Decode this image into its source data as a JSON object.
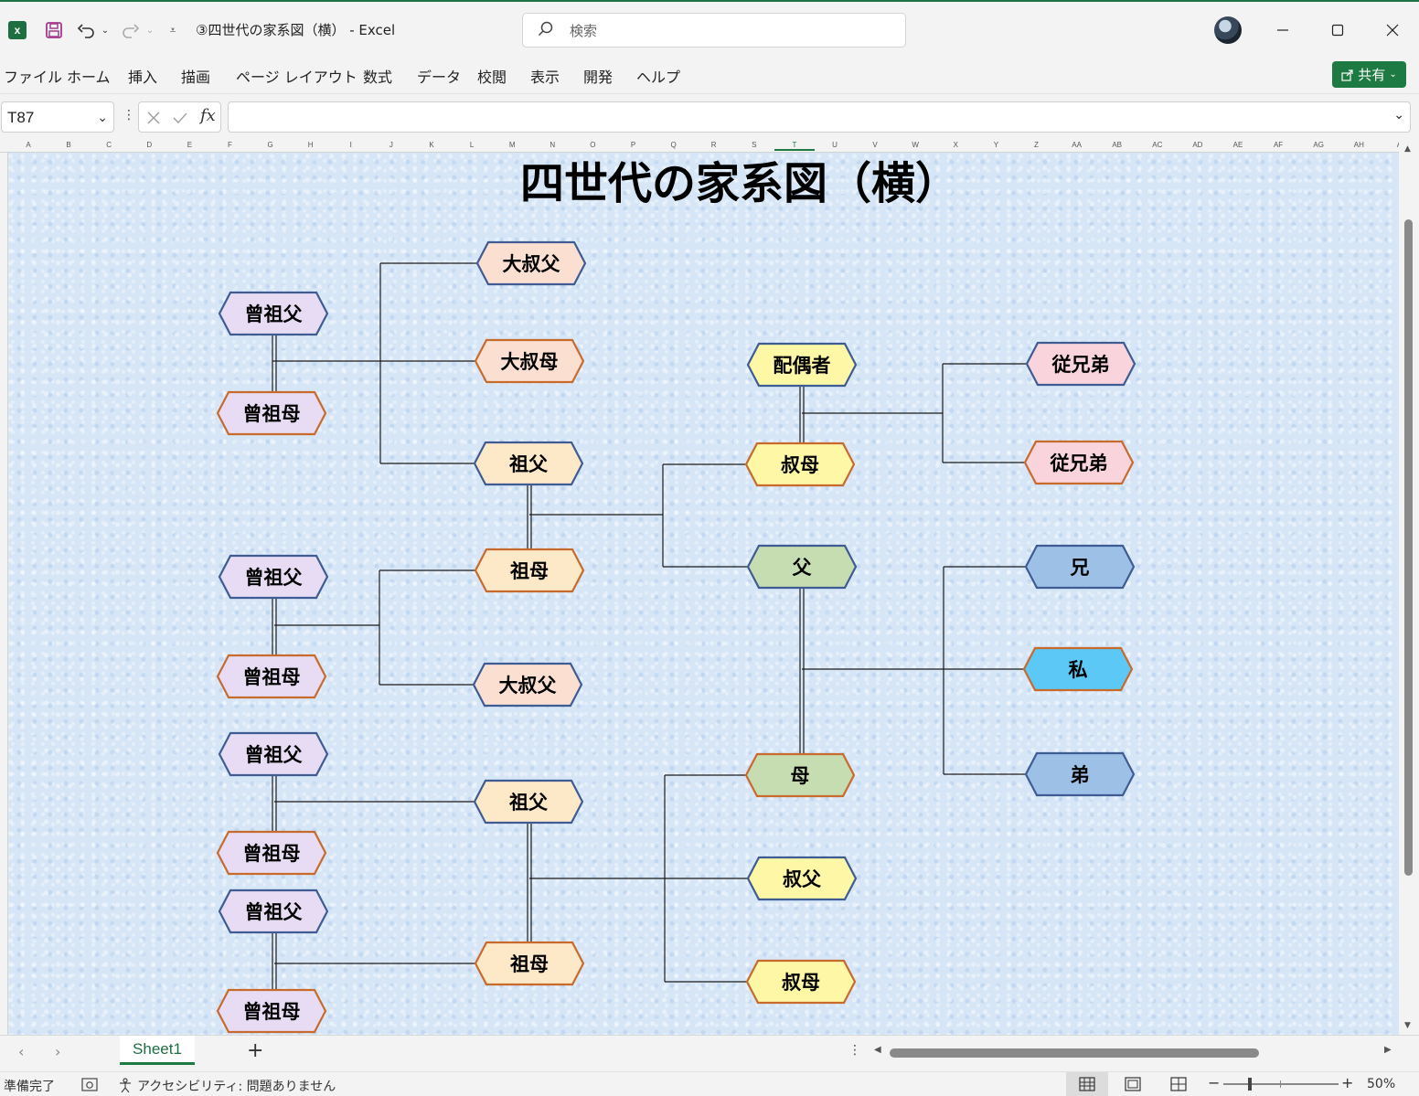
{
  "titlebar": {
    "document_title": "③四世代の家系図（横）  -  Excel",
    "search_placeholder": "検索"
  },
  "menu": [
    "ファイル",
    "ホーム",
    "挿入",
    "描画",
    "ページ レイアウト",
    "数式",
    "データ",
    "校閲",
    "表示",
    "開発",
    "ヘルプ"
  ],
  "share_label": "共有",
  "formula_bar": {
    "name_box": "T87",
    "fx_label": "fx",
    "formula": ""
  },
  "columns": [
    "A",
    "B",
    "C",
    "D",
    "E",
    "F",
    "G",
    "H",
    "I",
    "J",
    "K",
    "L",
    "M",
    "N",
    "O",
    "P",
    "Q",
    "R",
    "S",
    "T",
    "U",
    "V",
    "W",
    "X",
    "Y",
    "Z",
    "AA",
    "AB",
    "AC",
    "AD",
    "AE",
    "AF",
    "AG",
    "AH",
    "A"
  ],
  "selected_column": "T",
  "diagram": {
    "title": "四世代の家系図（横）",
    "colors": {
      "male_fill": "#e7dcf4",
      "female_fill": "#e7dcf4",
      "male_border": "#3f5b94",
      "female_border": "#c86a2c",
      "grand_fill": "#fde8c8",
      "greatuncle_fill": "#fbe0d2",
      "spouse_fill": "#fdf7a6",
      "father_fill": "#c6ddb1",
      "cousin_fill": "#f9d4dc",
      "sibling_fill": "#9dc0e6",
      "me_fill": "#5bc8f5"
    },
    "nodes": [
      {
        "id": "n1",
        "label": "曾祖父"
      },
      {
        "id": "n2",
        "label": "曾祖母"
      },
      {
        "id": "n3",
        "label": "曾祖父"
      },
      {
        "id": "n4",
        "label": "曾祖母"
      },
      {
        "id": "n5",
        "label": "曾祖父"
      },
      {
        "id": "n6",
        "label": "曾祖母"
      },
      {
        "id": "n7",
        "label": "曾祖父"
      },
      {
        "id": "n8",
        "label": "曾祖母"
      },
      {
        "id": "n9",
        "label": "大叔父"
      },
      {
        "id": "n10",
        "label": "大叔母"
      },
      {
        "id": "n11",
        "label": "祖父"
      },
      {
        "id": "n12",
        "label": "祖母"
      },
      {
        "id": "n13",
        "label": "大叔父"
      },
      {
        "id": "n14",
        "label": "祖父"
      },
      {
        "id": "n15",
        "label": "祖母"
      },
      {
        "id": "n16",
        "label": "配偶者"
      },
      {
        "id": "n17",
        "label": "叔母"
      },
      {
        "id": "n18",
        "label": "父"
      },
      {
        "id": "n19",
        "label": "母"
      },
      {
        "id": "n20",
        "label": "叔父"
      },
      {
        "id": "n21",
        "label": "叔母"
      },
      {
        "id": "n22",
        "label": "従兄弟"
      },
      {
        "id": "n23",
        "label": "従兄弟"
      },
      {
        "id": "n24",
        "label": "兄"
      },
      {
        "id": "n25",
        "label": "私"
      },
      {
        "id": "n26",
        "label": "弟"
      }
    ]
  },
  "sheet_tab": "Sheet1",
  "status": {
    "ready": "準備完了",
    "accessibility": "アクセシビリティ: 問題ありません",
    "zoom": "50%"
  }
}
